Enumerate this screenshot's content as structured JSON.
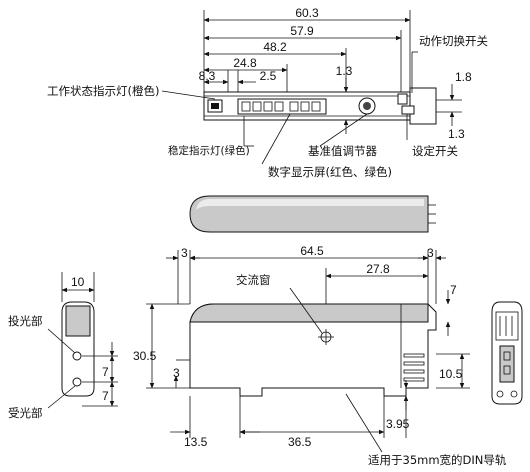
{
  "labels": {
    "action_switch": "动作切换开关",
    "status_lamp": "工作状态指示灯(橙色)",
    "stable_lamp": "稳定指示灯(绿色)",
    "ref_knob": "基准值调节器",
    "set_switch": "设定开关",
    "display": "数字显示屏(红色、绿色)",
    "exchange_window": "交流窗",
    "emitter": "投光部",
    "receiver": "受光部",
    "din_rail": "适用于35mm宽的DIN导轨"
  },
  "dims": {
    "d60_3": "60.3",
    "d57_9": "57.9",
    "d48_2": "48.2",
    "d24_8": "24.8",
    "d8_3": "8.3",
    "d2_5": "2.5",
    "d1_3a": "1.3",
    "d1_8": "1.8",
    "d1_3b": "1.3",
    "d10": "10",
    "d7a": "7",
    "d7b": "7",
    "d3_side_l": "3",
    "d64_5": "64.5",
    "d3_side_r": "3",
    "d27_8": "27.8",
    "d7c": "7",
    "d30_5": "30.5",
    "d3_mid": "3",
    "d10_5": "10.5",
    "d13_5": "13.5",
    "d36_5": "36.5",
    "d3_95": "3.95"
  }
}
